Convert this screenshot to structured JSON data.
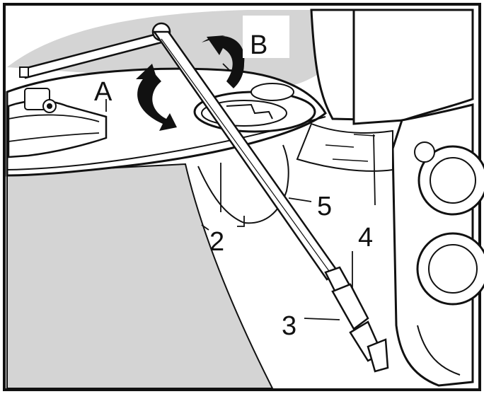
{
  "labels": {
    "A": "A",
    "B": "B",
    "two": "2",
    "three": "3",
    "four": "4",
    "five": "5"
  },
  "colors": {
    "ink": "#111111",
    "paper": "#ffffff",
    "shade": "#d4d4d4"
  }
}
